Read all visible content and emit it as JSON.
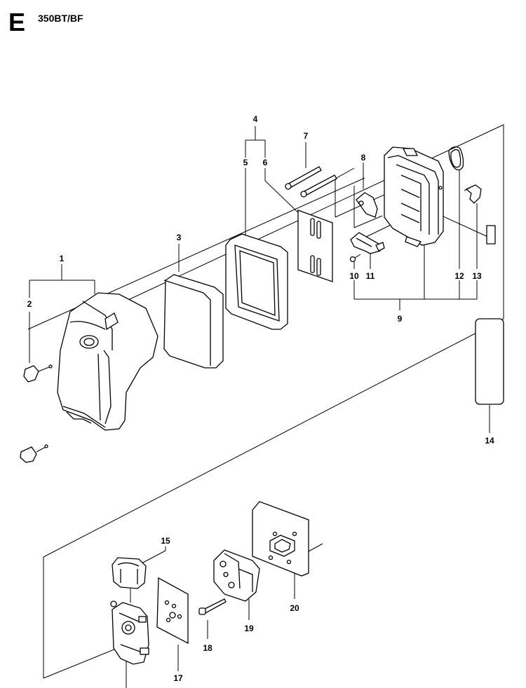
{
  "header": {
    "section_letter": "E",
    "model": "350BT/BF"
  },
  "callouts": [
    "1",
    "2",
    "3",
    "4",
    "5",
    "6",
    "7",
    "8",
    "9",
    "10",
    "11",
    "12",
    "13",
    "14",
    "15",
    "17",
    "18",
    "19",
    "20"
  ],
  "parts": [
    "air-filter-cover",
    "cover-knob",
    "foam-prefilter",
    "filter-frame",
    "filter-gasket",
    "filter-screen",
    "cover-bolt",
    "choke-plate",
    "air-filter-housing",
    "housing-screw",
    "choke-lever",
    "o-ring",
    "clip",
    "decal-label",
    "carburetor-cap",
    "carb-gasket",
    "carb-bolt",
    "intake-adapter",
    "adapter-gasket",
    "carburetor"
  ]
}
